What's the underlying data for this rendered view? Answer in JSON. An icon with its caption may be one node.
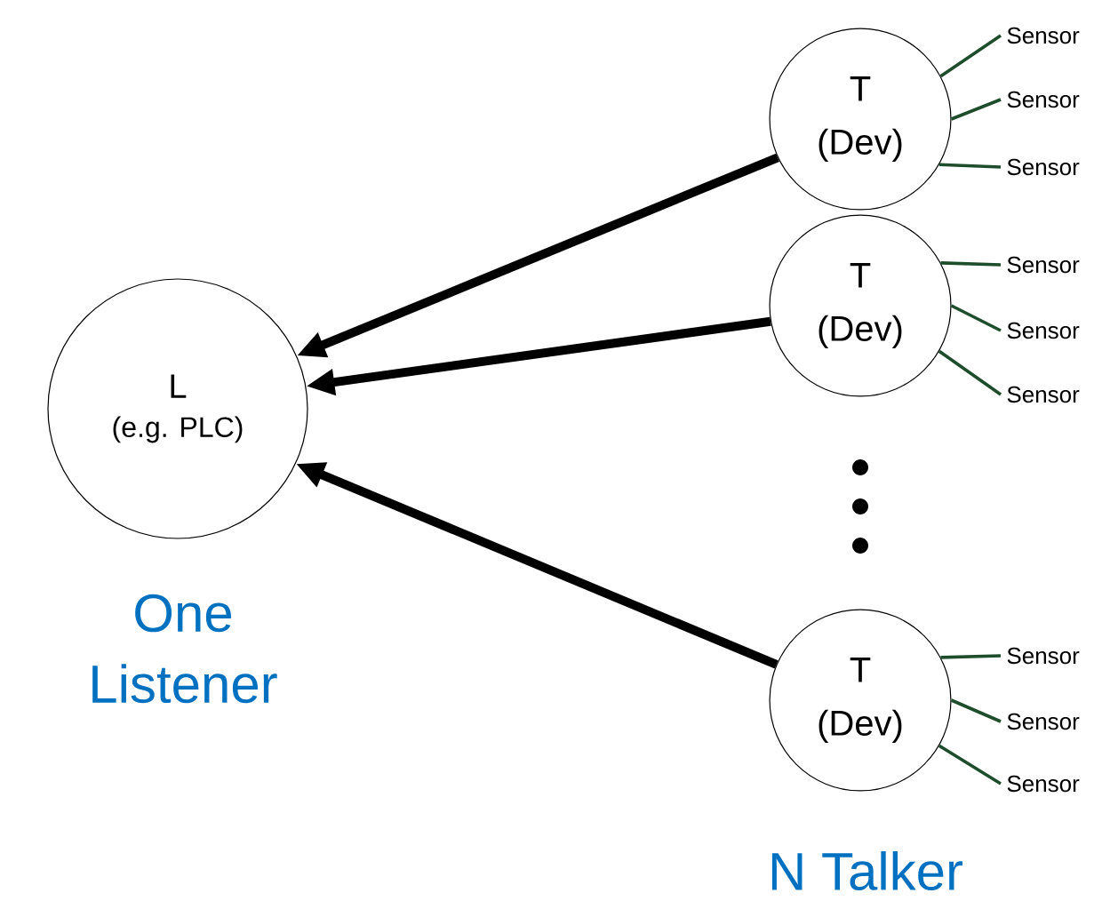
{
  "diagram": {
    "nodes": [
      {
        "text": [
          "L",
          "(e.g. PLC)"
        ],
        "beside": [
          "One Listener"
        ]
      },
      {
        "text": [
          "T",
          "(Dev)"
        ]
      },
      {
        "text": [
          "Sensor"
        ]
      },
      {
        "text": [
          "Sensor"
        ]
      },
      {
        "text": [
          "Sensor"
        ]
      },
      {
        "text": [
          "T",
          "(Dev)"
        ]
      },
      {
        "text": [
          "Sensor"
        ]
      },
      {
        "text": [
          "Sensor"
        ]
      },
      {
        "text": [
          "Sensor"
        ]
      },
      {
        "text": [
          "T",
          "(Dev)"
        ]
      },
      {
        "text": [
          "Sensor"
        ]
      },
      {
        "text": [
          "Sensor"
        ]
      },
      {
        "text": [
          "Sensor"
        ]
      }
    ],
    "edges": [
      {
        "from": 1,
        "to": 0,
        "arrow": "to",
        "style": "thick",
        "color": "#000000"
      },
      {
        "from": 5,
        "to": 0,
        "arrow": "to",
        "style": "thick",
        "color": "#000000"
      },
      {
        "from": 9,
        "to": 0,
        "arrow": "to",
        "style": "thick",
        "color": "#000000"
      },
      {
        "from": 1,
        "to": 2,
        "arrow": "none",
        "color": "#1e4d2b"
      },
      {
        "from": 1,
        "to": 3,
        "arrow": "none",
        "color": "#1e4d2b"
      },
      {
        "from": 1,
        "to": 4,
        "arrow": "none",
        "color": "#1e4d2b"
      },
      {
        "from": 5,
        "to": 6,
        "arrow": "none",
        "color": "#1e4d2b"
      },
      {
        "from": 5,
        "to": 7,
        "arrow": "none",
        "color": "#1e4d2b"
      },
      {
        "from": 5,
        "to": 8,
        "arrow": "none",
        "color": "#1e4d2b"
      },
      {
        "from": 9,
        "to": 10,
        "arrow": "none",
        "color": "#1e4d2b"
      },
      {
        "from": 9,
        "to": 11,
        "arrow": "none",
        "color": "#1e4d2b"
      },
      {
        "from": 9,
        "to": 12,
        "arrow": "none",
        "color": "#1e4d2b"
      }
    ],
    "labels": [
      "N Talker"
    ]
  }
}
